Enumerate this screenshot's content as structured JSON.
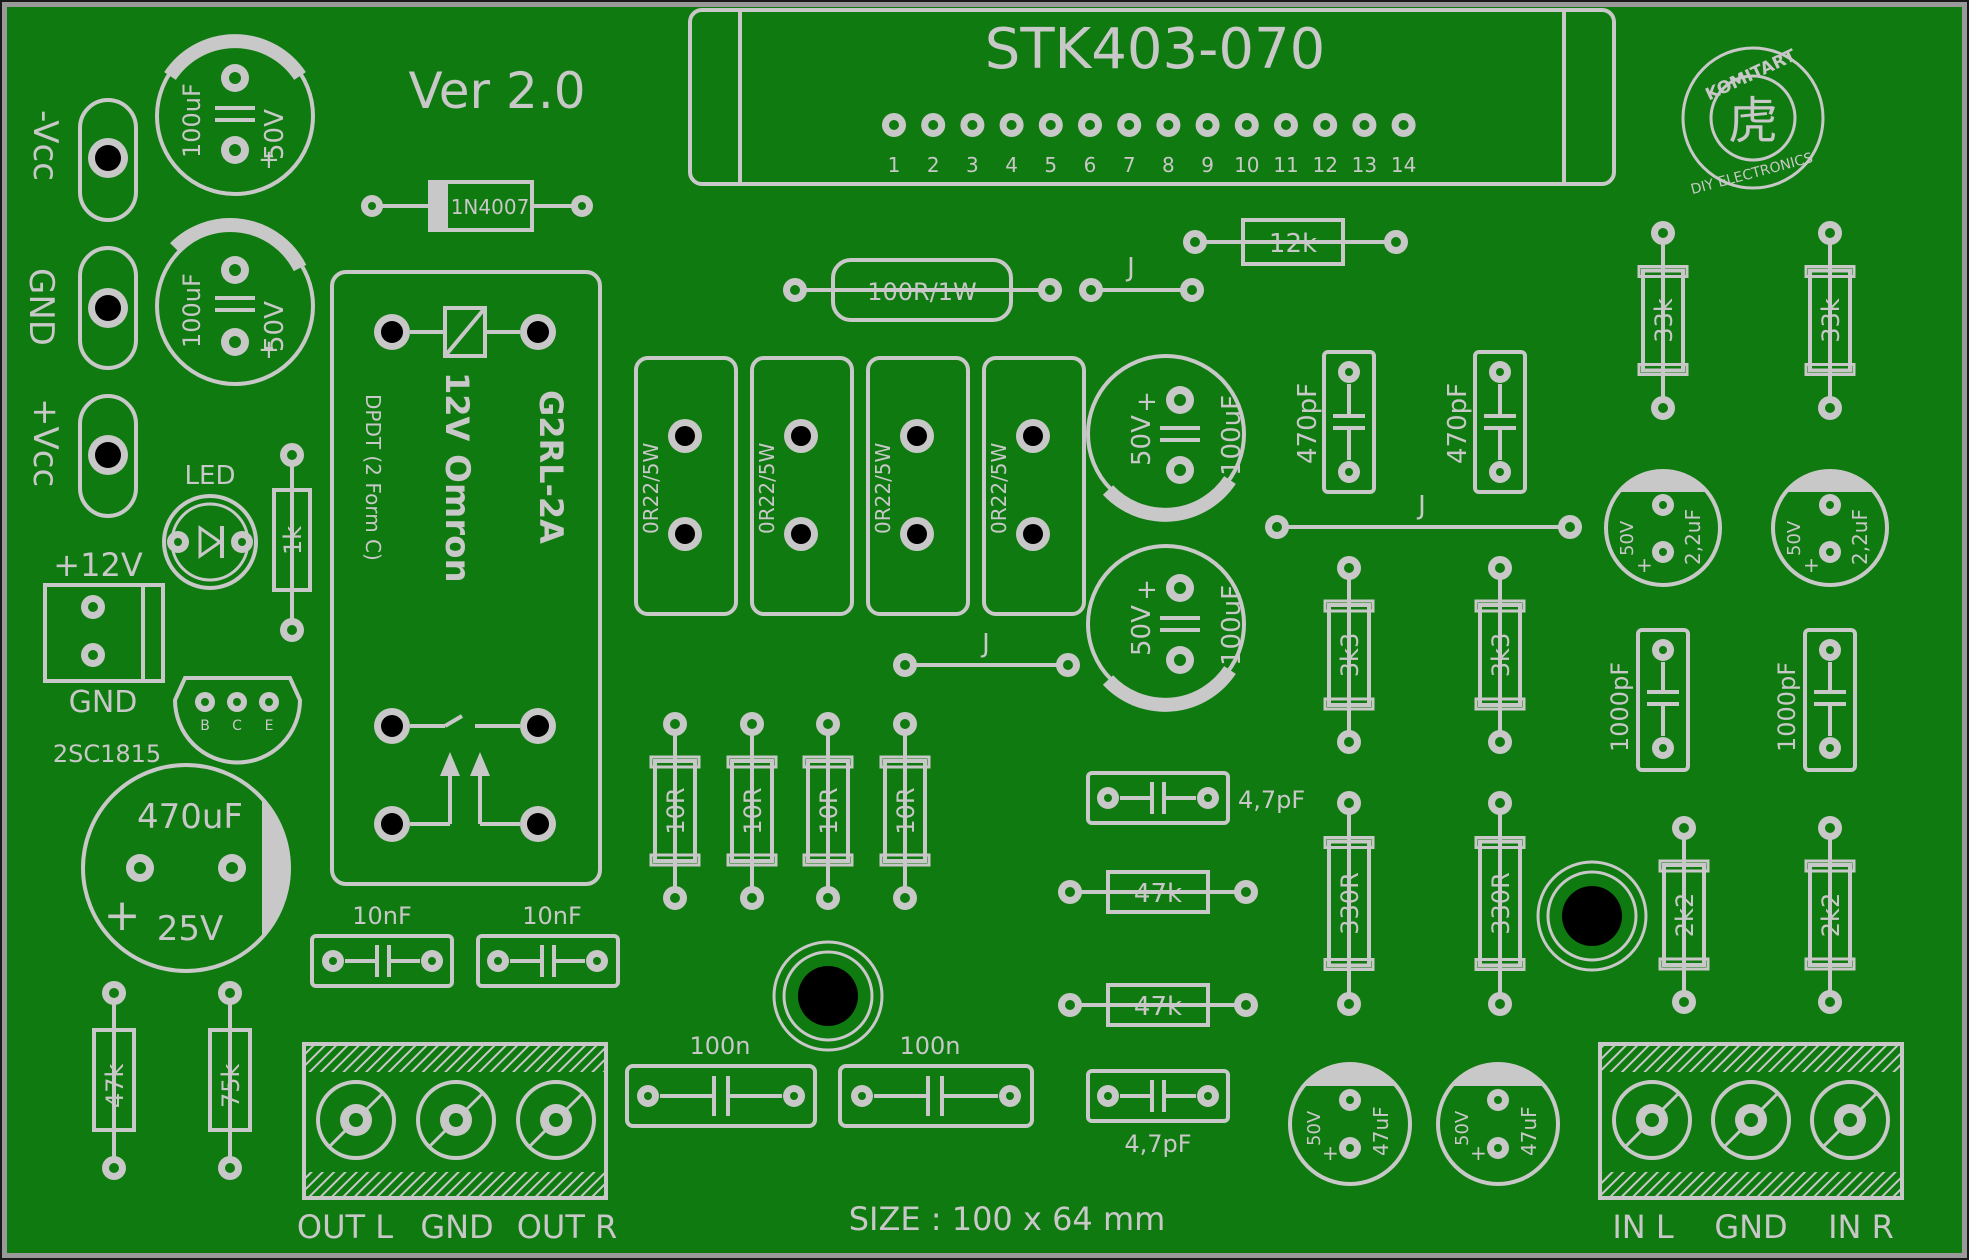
{
  "colors": {
    "board": "#0f7a0f",
    "silkscreen": "#c8c8c8",
    "pad_hole": "#000000",
    "frame": "#9a9a9a"
  },
  "header": {
    "chip": "STK403-070",
    "version": "Ver 2.0",
    "pins": [
      "1",
      "2",
      "3",
      "4",
      "5",
      "6",
      "7",
      "8",
      "9",
      "10",
      "11",
      "12",
      "13",
      "14"
    ],
    "size": "SIZE : 100 x 64 mm"
  },
  "logo": {
    "top": "KOMITART",
    "bottom": "DIY ELECTRONICS",
    "glyph": "虎"
  },
  "power": {
    "neg": "-Vcc",
    "gnd": "GND",
    "pos": "+Vcc",
    "v12": "+12V",
    "gnd12": "GND"
  },
  "relay": {
    "model": "G2RL-2A",
    "brand": "Omron",
    "coil": "12V",
    "type": "DPDT (2 Form C)"
  },
  "transistor": {
    "name": "2SC1815",
    "b": "B",
    "c": "C",
    "e": "E"
  },
  "labels": {
    "diode": "1N4007",
    "led": "LED",
    "r_1k": "1k",
    "r_100r": "100R/1W",
    "r_12k": "12k",
    "r_33k": "33k",
    "r_3k3": "3k3",
    "r_330r": "330R",
    "r_2k2": "2k2",
    "r_47k": "47k",
    "r_75k": "75k",
    "r_10r": "10R",
    "r_0r22": "0R22/5W",
    "c_100uf": "100uF",
    "c_50v": "50V",
    "c_470uf": "470uF",
    "c_25v": "25V",
    "c_470pf": "470pF",
    "c_1000pf": "1000pF",
    "c_22uf": "2,2uF",
    "c_47uf": "47uF",
    "c_10nf": "10nF",
    "c_100n": "100n",
    "c_47pf": "4,7pF",
    "jumper": "J",
    "plus": "+"
  },
  "outputs": {
    "l": "OUT L",
    "gnd": "GND",
    "r": "OUT R"
  },
  "inputs": {
    "l": "IN L",
    "gnd": "GND",
    "r": "IN R"
  }
}
